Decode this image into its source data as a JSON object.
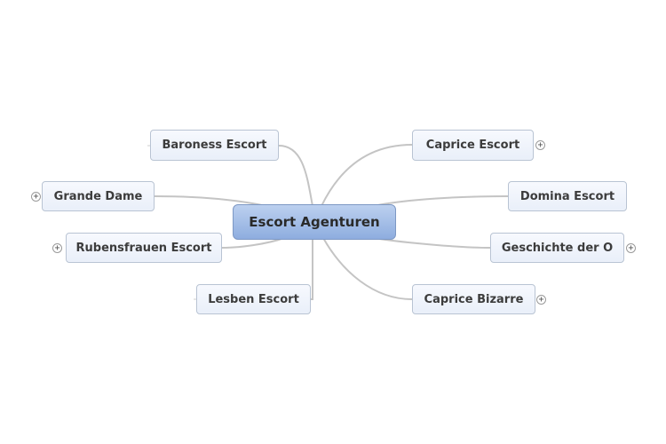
{
  "mindmap": {
    "central": "Escort Agenturen",
    "topics": [
      {
        "id": "baroness-escort",
        "label": "Baroness Escort"
      },
      {
        "id": "grande-dame",
        "label": "Grande Dame"
      },
      {
        "id": "rubensfrauen-escort",
        "label": "Rubensfrauen Escort"
      },
      {
        "id": "lesben-escort",
        "label": "Lesben Escort"
      },
      {
        "id": "caprice-escort",
        "label": "Caprice Escort"
      },
      {
        "id": "domina-escort",
        "label": "Domina Escort"
      },
      {
        "id": "geschichte-der-o",
        "label": "Geschichte der O"
      },
      {
        "id": "caprice-bizarre",
        "label": "Caprice Bizarre"
      }
    ],
    "expander_symbol": "+"
  },
  "colors": {
    "central_fill": "#a3bde7",
    "topic_fill": "#eef2fb",
    "topic_border": "#b8c3d3",
    "connector": "#c4c4c4"
  }
}
